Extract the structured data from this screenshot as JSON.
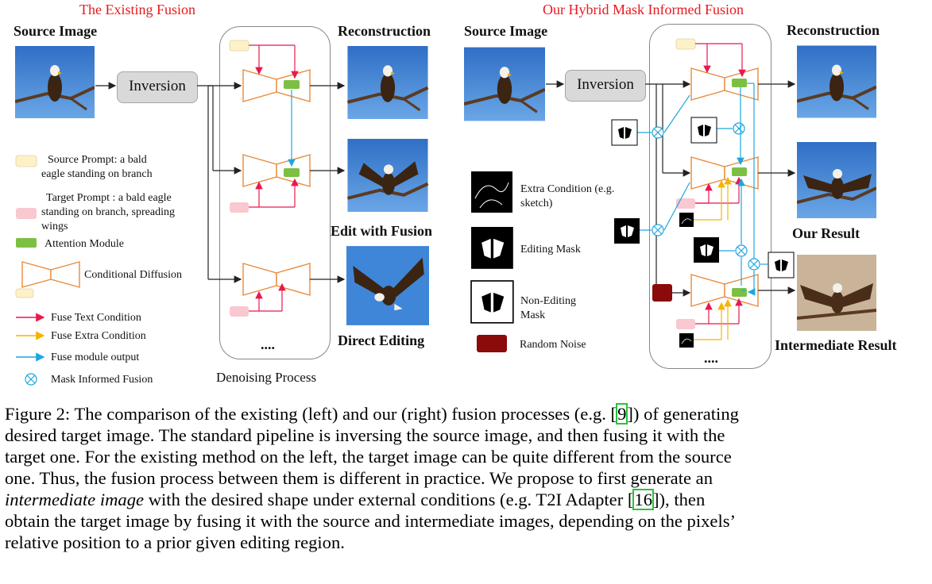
{
  "left": {
    "title": "The Existing Fusion",
    "source_label": "Source Image",
    "inversion": "Inversion",
    "reconstruction": "Reconstruction",
    "edit_with_fusion": "Edit with Fusion",
    "direct_editing": "Direct Editing",
    "denoising": "Denoising Process",
    "dots": "....",
    "legend": {
      "source_prompt_1": "Source Prompt: a bald",
      "source_prompt_2": "eagle standing on branch",
      "target_prompt_1": "Target Prompt : a bald eagle",
      "target_prompt_2": "standing on branch, spreading",
      "target_prompt_3": "wings",
      "attention": "Attention Module",
      "conditional": "Conditional Diffusion",
      "fuse_text": "Fuse Text Condition",
      "fuse_extra": "Fuse Extra Condition",
      "fuse_module": "Fuse module output",
      "mask_fusion": "Mask Informed Fusion"
    }
  },
  "right": {
    "title": "Our Hybrid Mask Informed Fusion",
    "source_label": "Source Image",
    "inversion": "Inversion",
    "reconstruction": "Reconstruction",
    "our_result": "Our Result",
    "intermediate": "Intermediate Result",
    "dots": "....",
    "legend": {
      "extra_1": "Extra Condition (e.g.",
      "extra_2": "sketch)",
      "editing_mask": "Editing Mask",
      "non_editing_1": "Non-Editing",
      "non_editing_2": "Mask",
      "random_noise": "Random Noise"
    }
  },
  "caption": {
    "line1_a": "Figure 2: The comparison of the existing (left) and our (right) fusion processes (e.g. [",
    "cite1": "9",
    "line1_b": "]) of generating",
    "line2": "desired target image. The standard pipeline is inversing the source image, and then fusing it with the",
    "line3": "target one. For the existing method on the left, the target image can be quite different from the source",
    "line4": "one. Thus, the fusion process between them is different in practice. We propose to first generate an",
    "line5_italic": "intermediate image",
    "line5_a": " with the desired shape under external conditions (e.g. T2I Adapter [",
    "cite2": "16",
    "line5_b": "]), then",
    "line6": "obtain the target image by fusing it with the source and intermediate images, depending on the pixels’",
    "line7": "relative position to a prior given editing region."
  },
  "colors": {
    "title_red": "#e8191e",
    "text_arrow": "#e8194e",
    "extra_arrow": "#f5b400",
    "module_arrow": "#1ea6e0",
    "attention_green": "#7bc043",
    "source_prompt_fill": "#fdf1c7",
    "target_prompt_fill": "#f9c8d1",
    "unet_stroke": "#e98a3a",
    "random_noise": "#8b0a0a",
    "sky": "#3a7ed0"
  },
  "icons": [
    "eagle-photo",
    "unet-icon",
    "mask-fusion-icon",
    "sketch-icon",
    "editing-mask-icon",
    "non-editing-mask-icon",
    "random-noise-icon"
  ]
}
